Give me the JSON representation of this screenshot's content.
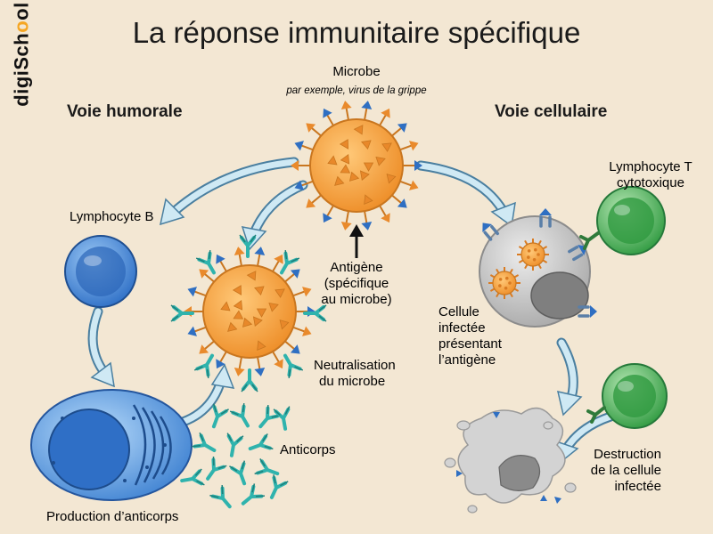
{
  "brand": {
    "text_start": "digiSch",
    "text_o": "o",
    "text_end": "ol"
  },
  "title": "La réponse immunitaire spécifique",
  "humoral": {
    "heading": "Voie humorale"
  },
  "cellular": {
    "heading": "Voie cellulaire"
  },
  "microbe": {
    "label": "Microbe",
    "example": "par exemple, virus de la grippe"
  },
  "antigen": {
    "line1": "Antigène",
    "line2": "(spécifique",
    "line3": "au microbe)"
  },
  "lymphocyte_b": "Lymphocyte B",
  "production": "Production d’anticorps",
  "neutralisation": {
    "line1": "Neutralisation",
    "line2": "du microbe"
  },
  "antibodies": "Anticorps",
  "lymphocyte_t": {
    "line1": "Lymphocyte T",
    "line2": "cytotoxique"
  },
  "infected_cell": {
    "line1": "Cellule",
    "line2": "infectée",
    "line3": "présentant",
    "line4": "l’antigène"
  },
  "destruction": {
    "line1": "Destruction",
    "line2": "de la cellule",
    "line3": "infectée"
  },
  "colors": {
    "background": "#f3e7d3",
    "virus_fill": "#f5a43c",
    "virus_spike": "#e98a2c",
    "antigen_blue": "#2f6fc2",
    "antibody": "#2fb3ad",
    "b_cell": "#3f84d6",
    "t_cell": "#3fae4e",
    "infected_cell": "#c9c9c9",
    "arrow": "#c9e6f2"
  }
}
